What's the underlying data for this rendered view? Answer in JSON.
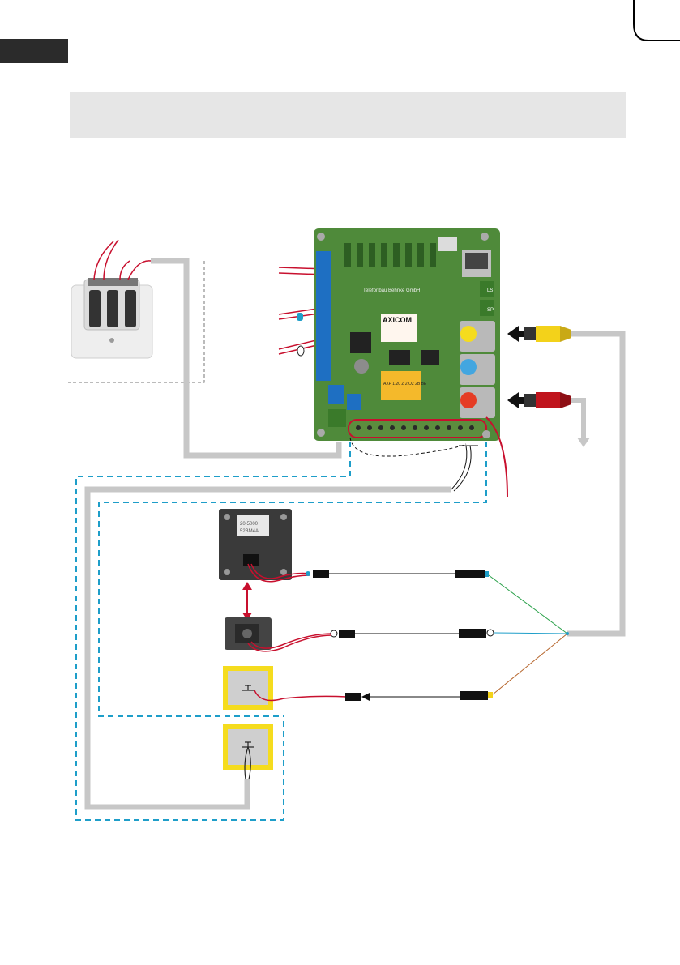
{
  "board": {
    "brand": "AXICOM",
    "maker": "Telefonbau Behnke GmbH",
    "relay_text": "AXP 1.20 Z 2 O2 2B BE",
    "terminal_ls": "LS",
    "terminal_sp": "SP"
  },
  "monitor": {
    "label_line1": "20-5000",
    "label_line2": "52BM4A"
  },
  "colors": {
    "cable_gray": "#c7c7c7",
    "wire_red": "#c8102e",
    "dashed_blue": "#1e9ec9",
    "board_green": "#4f8a3a",
    "button_yellow": "#f5dc1e",
    "button_blue": "#43a6e0",
    "button_red": "#e53c25",
    "plug_yellow": "#f3d21a",
    "plug_red": "#c0141d"
  },
  "icons": [
    "arrow-left-icon",
    "arrow-down-icon",
    "bidirectional-arrow-icon",
    "pushbutton-symbol-icon"
  ]
}
